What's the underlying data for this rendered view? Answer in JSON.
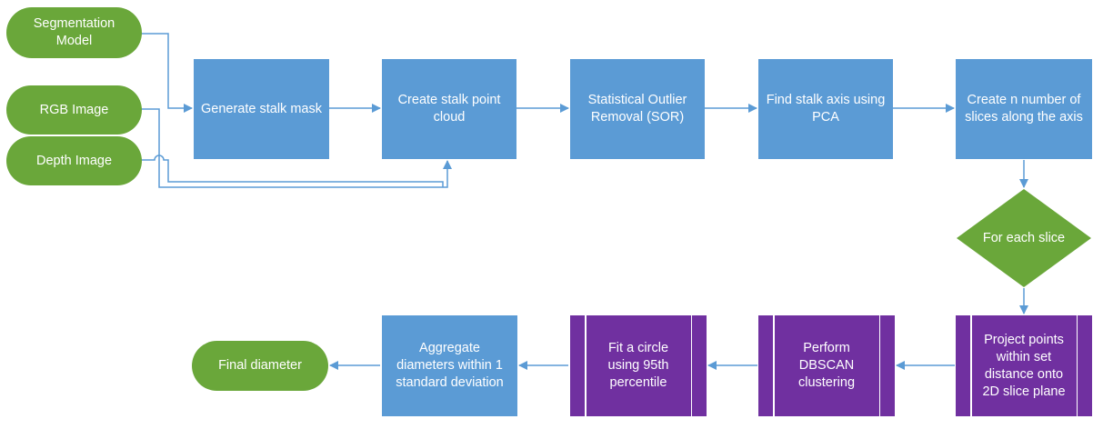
{
  "colors": {
    "terminal": "#6aa73a",
    "process": "#5b9bd5",
    "subprocess": "#7030a0",
    "connector": "#5b9bd5"
  },
  "inputs": {
    "segmentation_model": "Segmentation\nModel",
    "rgb_image": "RGB Image",
    "depth_image": "Depth Image"
  },
  "steps": {
    "generate_mask": "Generate stalk mask",
    "create_point_cloud": "Create stalk point\ncloud",
    "sor": "Statistical Outlier\nRemoval (SOR)",
    "find_axis": "Find stalk axis using\nPCA",
    "create_slices": "Create n number of\nslices along the axis",
    "for_each_slice": "For each slice",
    "project_points": "Project points\nwithin set\ndistance onto\n2D slice plane",
    "dbscan": "Perform\nDBSCAN\nclustering",
    "fit_circle": "Fit a circle\nusing 95th\npercentile",
    "aggregate": "Aggregate\ndiameters within 1\nstandard deviation",
    "final_diameter": "Final diameter"
  }
}
